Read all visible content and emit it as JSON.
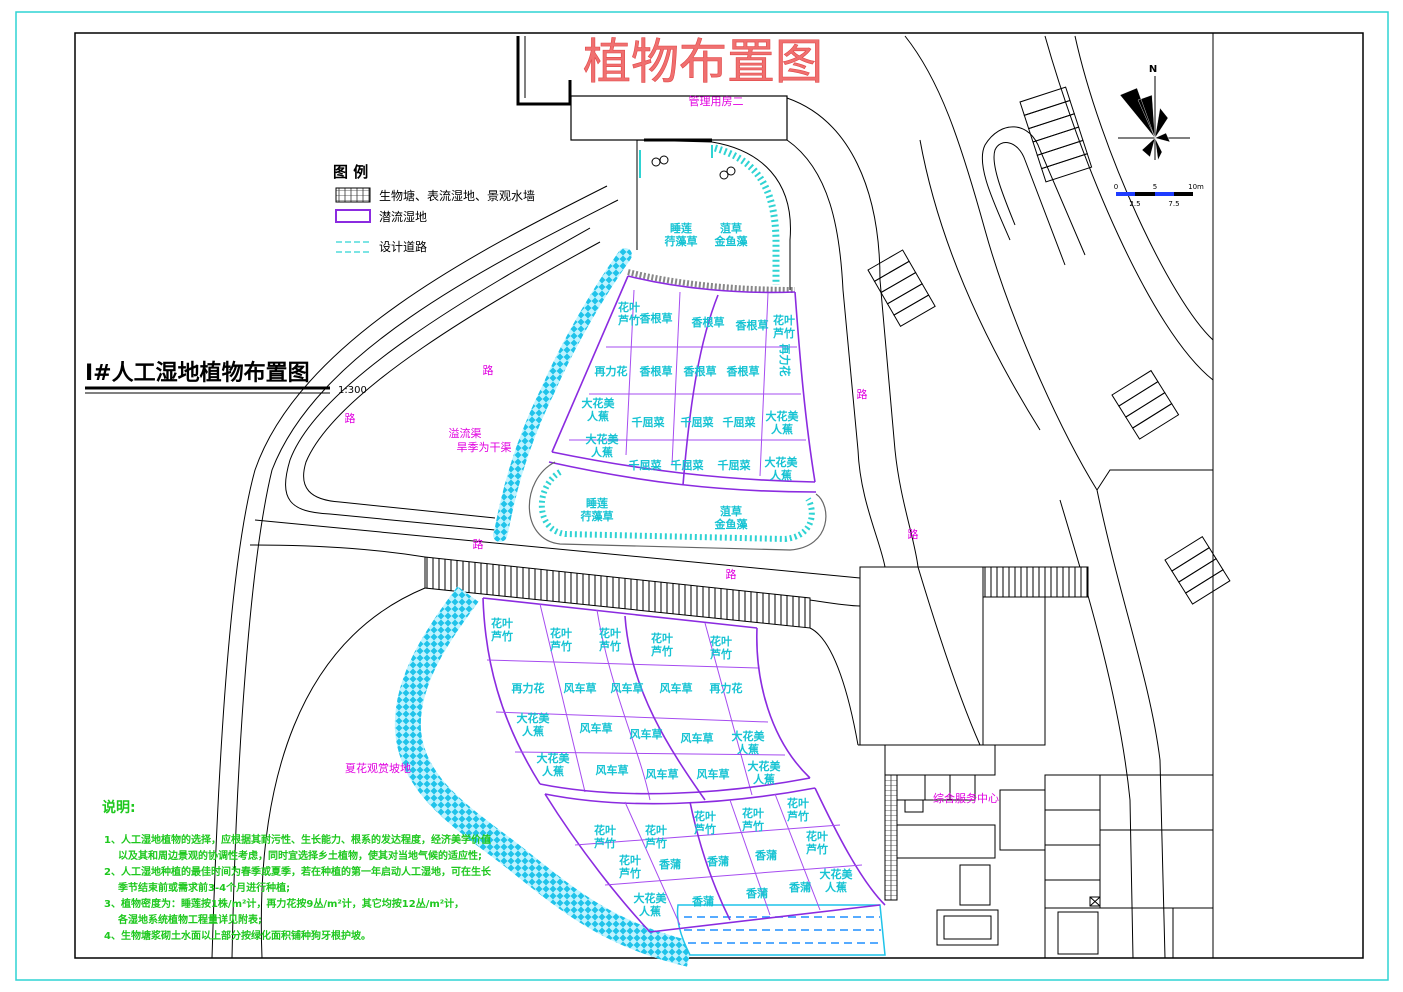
{
  "header": {
    "title": "植物布置图"
  },
  "drawing": {
    "title": "I#人工湿地植物布置图",
    "scale": "1:300"
  },
  "buildings": {
    "management_house": "管理用房二",
    "service_center": "综合服务中心"
  },
  "legend": {
    "heading": "图 例",
    "items": [
      {
        "label": "生物塘、表流湿地、景观水墙"
      },
      {
        "label": "潜流湿地"
      },
      {
        "label": "设计道路"
      }
    ]
  },
  "compass": {
    "north": "N",
    "scale_ticks": [
      "0",
      "5",
      "10m"
    ],
    "scale_mid_ticks": [
      "2.5",
      "7.5"
    ]
  },
  "road_labels": [
    "路",
    "路",
    "路",
    "路",
    "路",
    "路"
  ],
  "area_labels": {
    "overflow_channel": [
      "溢流渠",
      "旱季为干渠"
    ],
    "slope": "夏花观赏坡地"
  },
  "upper_wetland": {
    "pool_labels": [
      {
        "lines": [
          "睡莲",
          "荇藻草"
        ]
      },
      {
        "lines": [
          "菹草",
          "金鱼藻"
        ]
      },
      {
        "lines": [
          "睡莲",
          "荇藻草"
        ]
      },
      {
        "lines": [
          "菹草",
          "金鱼藻"
        ]
      }
    ],
    "grid_labels": [
      {
        "lines": [
          "花叶",
          "芦竹"
        ]
      },
      {
        "lines": [
          "香根草"
        ]
      },
      {
        "lines": [
          "香根草"
        ]
      },
      {
        "lines": [
          "香根草"
        ]
      },
      {
        "lines": [
          "花叶",
          "芦竹"
        ]
      },
      {
        "lines": [
          "再力花"
        ]
      },
      {
        "lines": [
          "香根草"
        ]
      },
      {
        "lines": [
          "香根草"
        ]
      },
      {
        "lines": [
          "香根草"
        ]
      },
      {
        "lines": [
          "再力花"
        ]
      },
      {
        "lines": [
          "大花美",
          "人蕉"
        ]
      },
      {
        "lines": [
          "千屈菜"
        ]
      },
      {
        "lines": [
          "千屈菜"
        ]
      },
      {
        "lines": [
          "千屈菜"
        ]
      },
      {
        "lines": [
          "大花美",
          "人蕉"
        ]
      },
      {
        "lines": [
          "大花美",
          "人蕉"
        ]
      },
      {
        "lines": [
          "千屈菜"
        ]
      },
      {
        "lines": [
          "千屈菜"
        ]
      },
      {
        "lines": [
          "千屈菜"
        ]
      },
      {
        "lines": [
          "大花美",
          "人蕉"
        ]
      }
    ]
  },
  "lower_wetland": {
    "grid_labels": [
      {
        "lines": [
          "花叶",
          "芦竹"
        ]
      },
      {
        "lines": [
          "花叶",
          "芦竹"
        ]
      },
      {
        "lines": [
          "花叶",
          "芦竹"
        ]
      },
      {
        "lines": [
          "花叶",
          "芦竹"
        ]
      },
      {
        "lines": [
          "花叶",
          "芦竹"
        ]
      },
      {
        "lines": [
          "再力花"
        ]
      },
      {
        "lines": [
          "风车草"
        ]
      },
      {
        "lines": [
          "风车草"
        ]
      },
      {
        "lines": [
          "风车草"
        ]
      },
      {
        "lines": [
          "再力花"
        ]
      },
      {
        "lines": [
          "大花美",
          "人蕉"
        ]
      },
      {
        "lines": [
          "风车草"
        ]
      },
      {
        "lines": [
          "风车草"
        ]
      },
      {
        "lines": [
          "风车草"
        ]
      },
      {
        "lines": [
          "大花美",
          "人蕉"
        ]
      },
      {
        "lines": [
          "大花美",
          "人蕉"
        ]
      },
      {
        "lines": [
          "风车草"
        ]
      },
      {
        "lines": [
          "风车草"
        ]
      },
      {
        "lines": [
          "风车草"
        ]
      },
      {
        "lines": [
          "大花美",
          "人蕉"
        ]
      },
      {
        "lines": [
          "花叶",
          "芦竹"
        ]
      },
      {
        "lines": [
          "花叶",
          "芦竹"
        ]
      },
      {
        "lines": [
          "花叶",
          "芦竹"
        ]
      },
      {
        "lines": [
          "花叶",
          "芦竹"
        ]
      },
      {
        "lines": [
          "花叶",
          "芦竹"
        ]
      },
      {
        "lines": [
          "花叶",
          "芦竹"
        ]
      },
      {
        "lines": [
          "香蒲"
        ]
      },
      {
        "lines": [
          "香蒲"
        ]
      },
      {
        "lines": [
          "香蒲"
        ]
      },
      {
        "lines": [
          "花叶",
          "芦竹"
        ]
      },
      {
        "lines": [
          "大花美",
          "人蕉"
        ]
      },
      {
        "lines": [
          "香蒲"
        ]
      },
      {
        "lines": [
          "香蒲"
        ]
      },
      {
        "lines": [
          "香蒲"
        ]
      },
      {
        "lines": [
          "大花美",
          "人蕉"
        ]
      }
    ]
  },
  "notes": {
    "heading": "说明:",
    "lines": [
      "1、人工湿地植物的选择，应根据其耐污性、生长能力、根系的发达程度，经济美学价值",
      "以及其和周边景观的协调性考虑，同时宜选择乡土植物，使其对当地气候的适应性;",
      "2、人工湿地种植的最佳时间为春季或夏季，若在种植的第一年启动人工湿地，可在生长",
      "季节结束前或需求前3-4个月进行种植;",
      "3、植物密度为：睡莲按1株/m²计，再力花按9丛/m²计，其它均按12丛/m²计，",
      "各湿地系统植物工程量详见附表;",
      "4、生物塘浆砌土水面以上部分按绿化面积铺种狗牙根护坡。"
    ]
  },
  "colors": {
    "frame": "#2fd3d3",
    "title": "#f07070",
    "plant_text": "#16c3d3",
    "subsurface_wetland": "#8b2be0",
    "annotation": "#e000e0",
    "notes": "#1ec81e",
    "water": "#22c4ea"
  }
}
